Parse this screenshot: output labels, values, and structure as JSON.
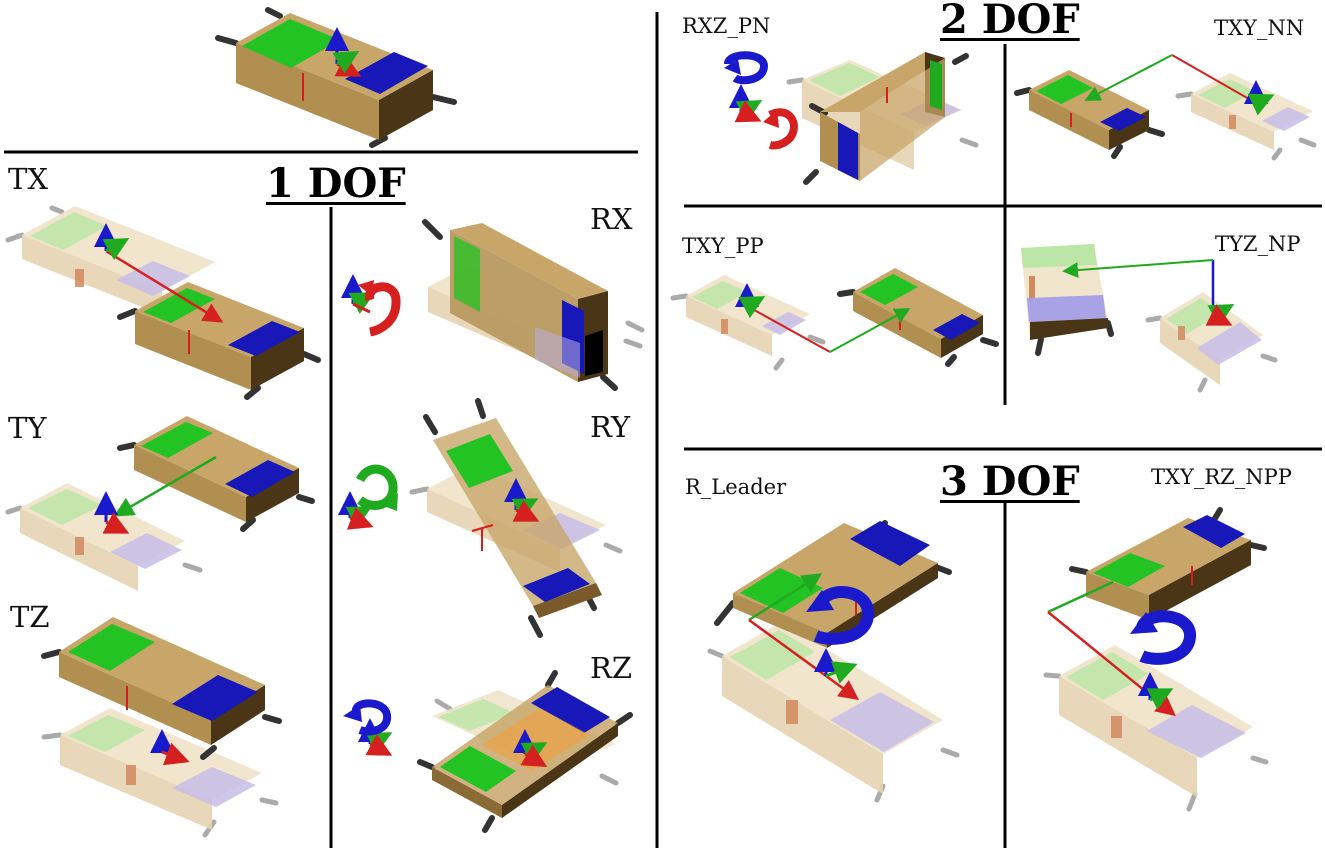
{
  "headers": {
    "one_dof": "1 DOF",
    "two_dof": "2 DOF",
    "three_dof": "3 DOF"
  },
  "labels": {
    "tx": "TX",
    "ty": "TY",
    "tz": "TZ",
    "rx": "RX",
    "ry": "RY",
    "rz": "RZ",
    "rxz_pn": "RXZ_PN",
    "txy_nn": "TXY_NN",
    "txy_pp": "TXY_PP",
    "tyz_np": "TYZ_NP",
    "r_leader": "R_Leader",
    "txy_rz_npp": "TXY_RZ_NPP"
  },
  "colors": {
    "block_solid": "#c8a66a",
    "block_ghost": "#efe2c8",
    "pad_green": "#22c322",
    "pad_blue": "#1818b8",
    "axis_red": "#d62020",
    "axis_green": "#1faa1f",
    "axis_blue": "#1a1acc",
    "divider": "#000000"
  }
}
